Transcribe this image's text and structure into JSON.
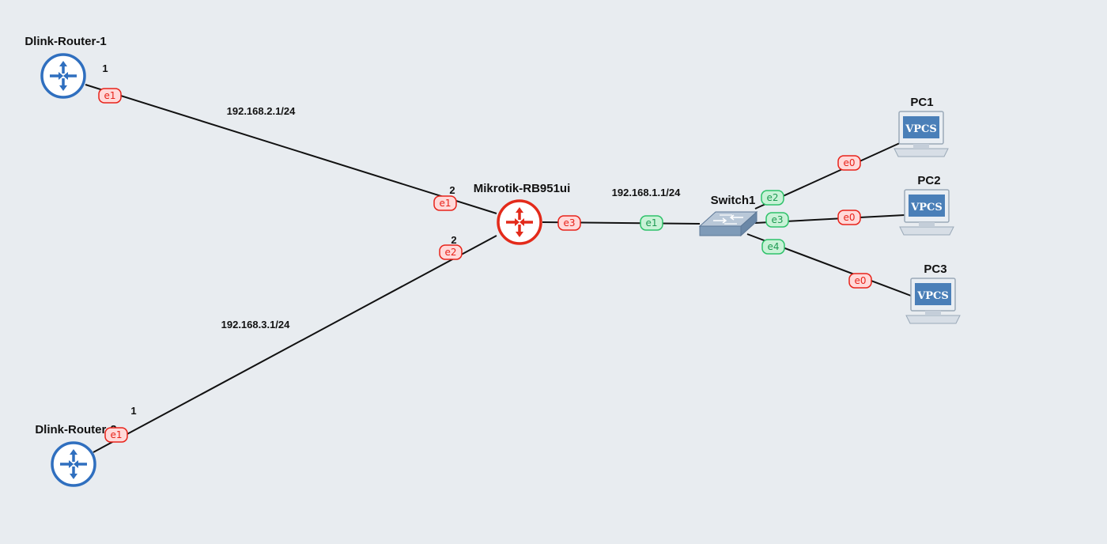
{
  "colors": {
    "background": "#e8ecf0",
    "router_blue": "#2f6fbf",
    "router_red": "#e32a1a",
    "port_down_bg": "#ffd9d9",
    "port_down_border": "#e8231a",
    "port_up_bg": "#c9f2d7",
    "port_up_border": "#2ec26a",
    "vpcs_screen": "#4a7fb8"
  },
  "nodes": {
    "router1": {
      "name": "Dlink-Router-1",
      "icon": "router-icon",
      "link_number": "1"
    },
    "router2": {
      "name": "Dlink-Router-2",
      "icon": "router-icon",
      "link_number": "1"
    },
    "mikrotik": {
      "name": "Mikrotik-RB951ui",
      "icon": "router-icon",
      "link_number_1": "2",
      "link_number_2": "2"
    },
    "switch1": {
      "name": "Switch1",
      "icon": "switch-icon"
    },
    "pc1": {
      "name": "PC1",
      "icon": "vpcs-icon",
      "screen_text": "VPCS"
    },
    "pc2": {
      "name": "PC2",
      "icon": "vpcs-icon",
      "screen_text": "VPCS"
    },
    "pc3": {
      "name": "PC3",
      "icon": "vpcs-icon",
      "screen_text": "VPCS"
    }
  },
  "networks": {
    "net_r1": "192.168.2.1/24",
    "net_r2": "192.168.3.1/24",
    "net_sw": "192.168.1.1/24"
  },
  "ports": {
    "r1_e1": {
      "label": "e1",
      "state": "down"
    },
    "mk_e1": {
      "label": "e1",
      "state": "down"
    },
    "mk_e2": {
      "label": "e2",
      "state": "down"
    },
    "r2_e1": {
      "label": "e1",
      "state": "down"
    },
    "mk_e3": {
      "label": "e3",
      "state": "down"
    },
    "sw_e1": {
      "label": "e1",
      "state": "up"
    },
    "sw_e2": {
      "label": "e2",
      "state": "up"
    },
    "sw_e3": {
      "label": "e3",
      "state": "up"
    },
    "sw_e4": {
      "label": "e4",
      "state": "up"
    },
    "pc1_e0": {
      "label": "e0",
      "state": "down"
    },
    "pc2_e0": {
      "label": "e0",
      "state": "down"
    },
    "pc3_e0": {
      "label": "e0",
      "state": "down"
    }
  }
}
